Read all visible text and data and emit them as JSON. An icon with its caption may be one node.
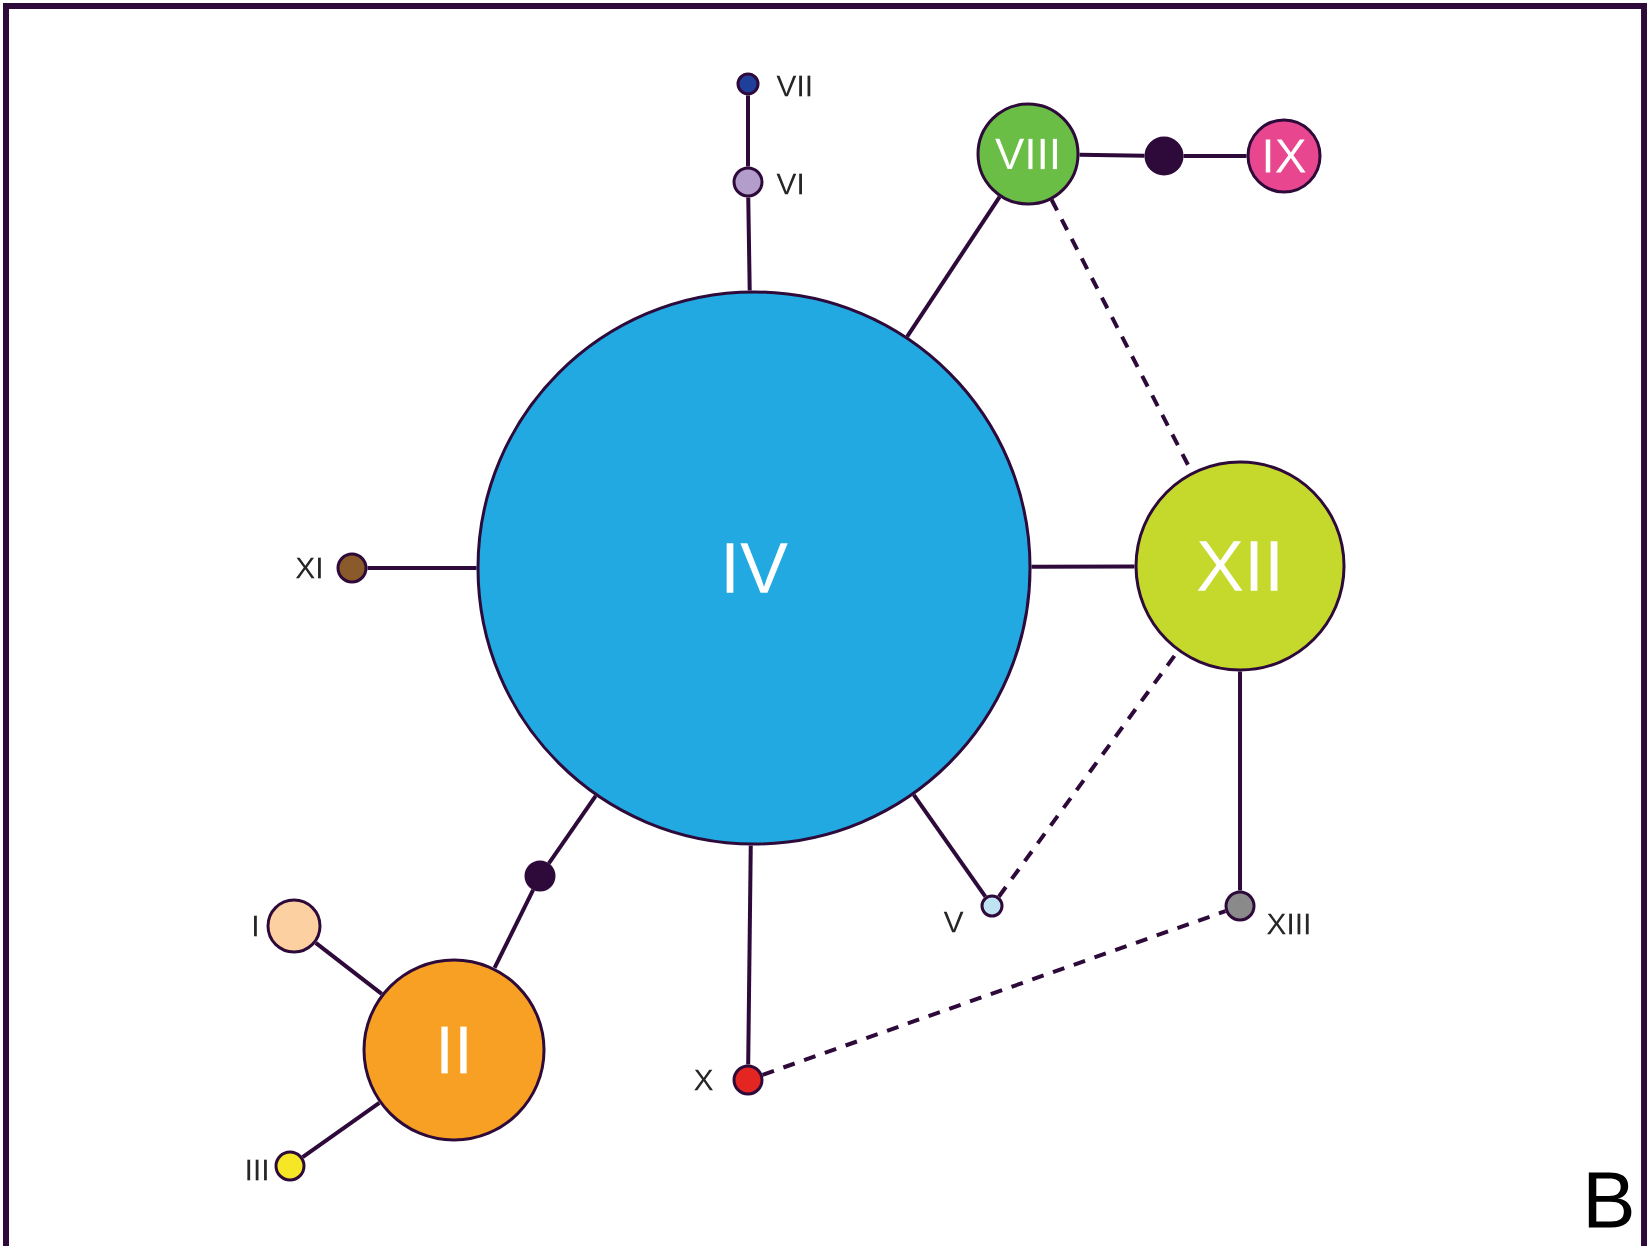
{
  "diagram": {
    "nodes": [
      {
        "text": [],
        "shape": "circle",
        "beside": [
          "VII"
        ]
      },
      {
        "text": [],
        "shape": "circle",
        "beside": [
          "VI"
        ]
      },
      {
        "text": [
          "VIII"
        ]
      },
      {
        "text": [],
        "shape": "circle"
      },
      {
        "text": [
          "IX"
        ]
      },
      {
        "text": [
          "IV"
        ]
      },
      {
        "text": [],
        "shape": "circle",
        "beside": [
          "XI"
        ]
      },
      {
        "text": [
          "XII"
        ]
      },
      {
        "text": [],
        "shape": "circle",
        "beside": [
          "V"
        ]
      },
      {
        "text": [],
        "shape": "circle",
        "beside": [
          "XIII"
        ]
      },
      {
        "text": [],
        "shape": "circle"
      },
      {
        "text": [],
        "shape": "circle",
        "beside": [
          "I"
        ]
      },
      {
        "text": [
          "II"
        ]
      },
      {
        "text": [],
        "shape": "circle",
        "beside": [
          "X"
        ]
      },
      {
        "text": [],
        "shape": "circle",
        "beside": [
          "III"
        ]
      }
    ],
    "edges": [
      {
        "from": 0,
        "to": 1,
        "arrow": "none"
      },
      {
        "from": 1,
        "to": 5,
        "arrow": "none"
      },
      {
        "from": 2,
        "to": 5,
        "arrow": "none"
      },
      {
        "from": 2,
        "to": 3,
        "arrow": "none"
      },
      {
        "from": 3,
        "to": 4,
        "arrow": "none"
      },
      {
        "from": 2,
        "to": 7,
        "arrow": "none",
        "style": "dashed"
      },
      {
        "from": 6,
        "to": 5,
        "arrow": "none"
      },
      {
        "from": 5,
        "to": 7,
        "arrow": "none"
      },
      {
        "from": 5,
        "to": 8,
        "arrow": "none"
      },
      {
        "from": 8,
        "to": 7,
        "arrow": "none",
        "style": "dashed"
      },
      {
        "from": 7,
        "to": 9,
        "arrow": "none"
      },
      {
        "from": 5,
        "to": 10,
        "arrow": "none"
      },
      {
        "from": 10,
        "to": 12,
        "arrow": "none"
      },
      {
        "from": 11,
        "to": 12,
        "arrow": "none"
      },
      {
        "from": 12,
        "to": 14,
        "arrow": "none"
      },
      {
        "from": 5,
        "to": 13,
        "arrow": "none"
      },
      {
        "from": 13,
        "to": 9,
        "arrow": "none",
        "style": "dashed"
      }
    ],
    "labels": [
      "B"
    ]
  }
}
